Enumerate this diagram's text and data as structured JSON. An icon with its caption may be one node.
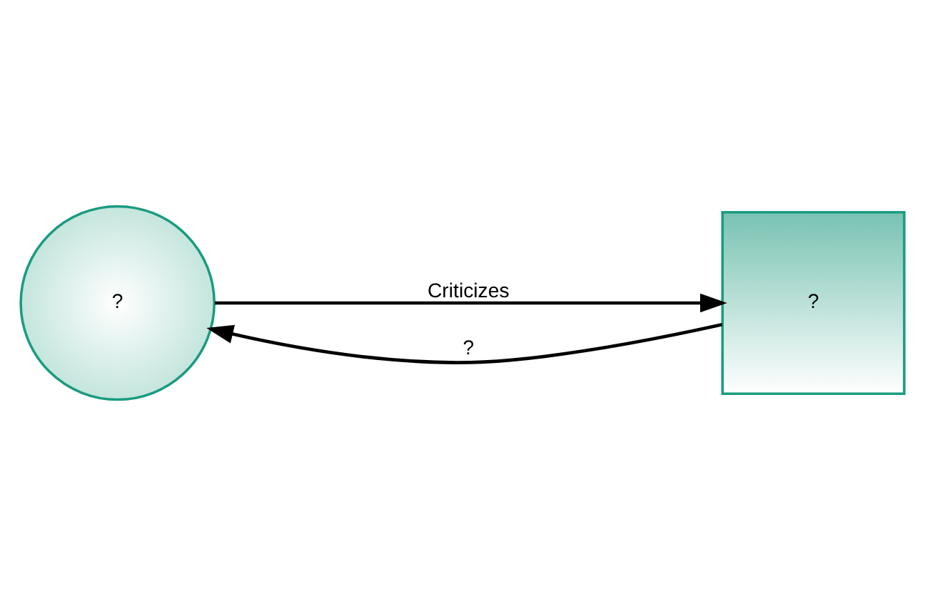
{
  "diagram": {
    "nodes": [
      {
        "text": [
          "?"
        ]
      },
      {
        "text": [
          "?"
        ]
      }
    ],
    "edges": [
      {
        "from": 0,
        "to": 1,
        "arrow": "to",
        "label": "Criticizes"
      },
      {
        "from": 1,
        "to": 0,
        "arrow": "to",
        "label": "?"
      }
    ]
  }
}
